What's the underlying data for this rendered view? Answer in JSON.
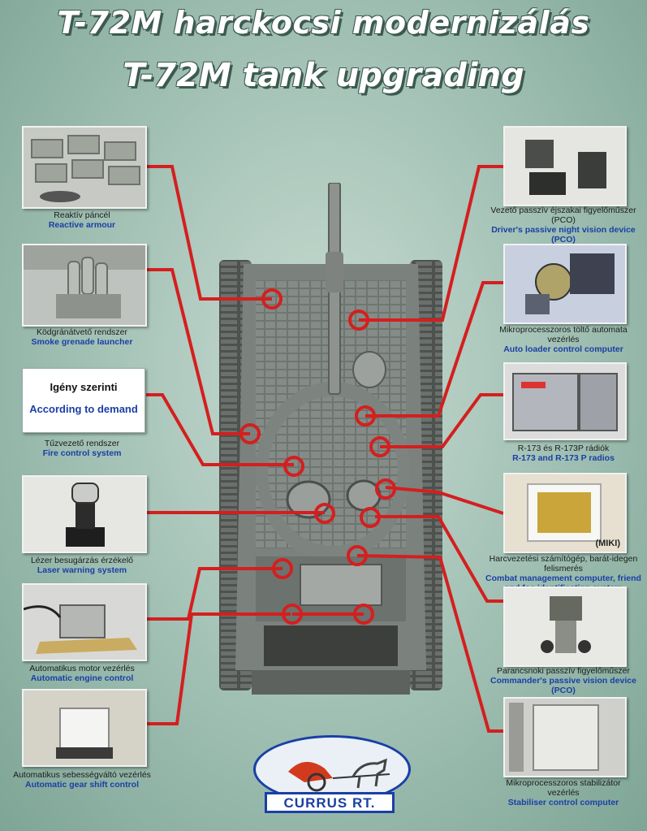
{
  "title": {
    "hu": "T-72M harckocsi modernizálás",
    "en": "T-72M tank upgrading"
  },
  "left": [
    {
      "hu": "Reaktív páncél",
      "en": "Reactive armour"
    },
    {
      "hu": "Ködgránátvető rendszer",
      "en": "Smoke grenade launcher"
    },
    {
      "hu": "Tűzvezető rendszer",
      "en": "Fire control system",
      "box_hu": "Igény szerinti",
      "box_en": "According to demand"
    },
    {
      "hu": "Lézer besugárzás érzékelő",
      "en": "Laser warning system"
    },
    {
      "hu": "Automatikus motor vezérlés",
      "en": "Automatic engine control"
    },
    {
      "hu": "Automatikus sebességváltó vezérlés",
      "en": "Automatic gear shift control"
    }
  ],
  "right": [
    {
      "hu": "Vezető passzív éjszakai figyelőműszer (PCO)",
      "en": "Driver's passive night vision device (PCO)"
    },
    {
      "hu": "Mikroprocesszoros töltő automata vezérlés",
      "en": "Auto loader control computer"
    },
    {
      "hu": "R-173 és R-173P rádiók",
      "en": "R-173 and R-173 P radios"
    },
    {
      "hu": "Harcvezetési számítógép, barát-idegen felismerés",
      "en": "Combat management computer, friend and foe identification system",
      "tag": "(MIKI)"
    },
    {
      "hu": "Parancsnoki passzív figyelőműszer",
      "en": "Commander's passive vision device (PCO)"
    },
    {
      "hu": "Mikroprocesszoros stabilizátor vezérlés",
      "en": "Stabiliser control computer"
    }
  ],
  "logo": {
    "name": "CURRUS RT."
  },
  "colors": {
    "line": "#d41f1f",
    "title": "#ffffff",
    "caption_en": "#1a3fa6",
    "background": "#9fbfb2"
  }
}
